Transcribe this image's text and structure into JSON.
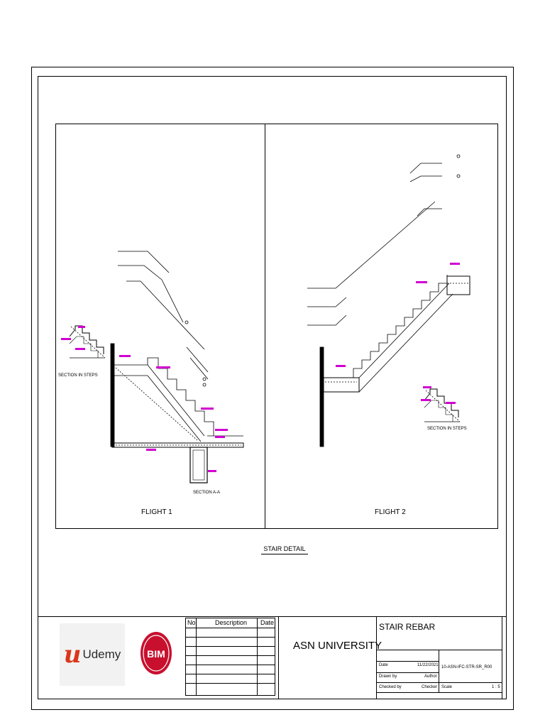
{
  "views": {
    "flight1_label": "FLIGHT  1",
    "flight2_label": "FLIGHT  2",
    "section_in_steps_1": "SECTION IN STEPS",
    "section_in_steps_2": "SECTION IN STEPS",
    "section_aa": "SECTION A-A"
  },
  "drawing_title": "STAIR DETAIL",
  "revision_table": {
    "headers": {
      "no": "No.",
      "description": "Description",
      "date": "Date"
    }
  },
  "title_block": {
    "logo_udemy": "Udemy",
    "logo_bim": "BIM",
    "client": "ASN UNIVERSITY",
    "sheet_title": "STAIR REBAR",
    "date_label": "Date",
    "date_value": "11/22/2021",
    "drawn_by_label": "Drawn by",
    "drawn_by_value": "Author",
    "checked_by_label": "Checked by",
    "checked_by_value": "Checker",
    "sheet_number": "10-ASN-IFC-STR-SR_R00",
    "scale_label": "Scale",
    "scale_value": "1 : 5"
  },
  "colors": {
    "annotation": "#d100d1",
    "udemy_red": "#d9361c",
    "bim_red": "#c8102e"
  }
}
